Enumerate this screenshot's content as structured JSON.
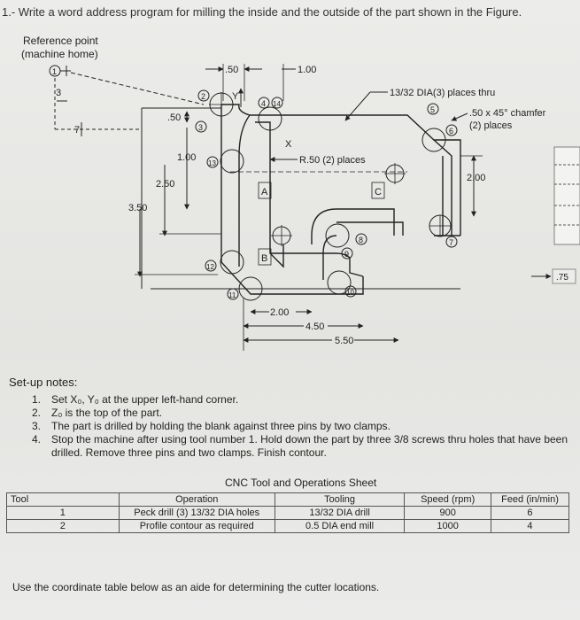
{
  "question": "1.- Write a word address program for milling the inside and the outside of the part shown in the Figure.",
  "diagram": {
    "reference_point": [
      "Reference point",
      "(machine home)"
    ],
    "point_labels": [
      "1",
      "2",
      "3",
      "4",
      "14",
      "5",
      "6",
      "7",
      "8",
      "9",
      "10",
      "11",
      "12",
      "13"
    ],
    "region_labels": [
      "A",
      "B",
      "C"
    ],
    "axis_y": "Y",
    "axis_x": "X",
    "dims": {
      "d050_top": ".50",
      "d100_top": "1.00",
      "d050_left": ".50",
      "d100_left": "1.00",
      "d250": "2.50",
      "d350": "3.50",
      "d3": "3",
      "d7": "7",
      "d200_bottom": "2.00",
      "d450": "4.50",
      "d550": "5.50",
      "d200_right": "2.00",
      "d075": ".75"
    },
    "radius_note": "R.50 (2) places",
    "hole_note": "13/32 DIA(3) places thru",
    "chamfer_note": [
      ".50 x 45° chamfer",
      "(2) places"
    ]
  },
  "setup": {
    "heading": "Set-up notes:",
    "notes": [
      {
        "num": "1.",
        "text": "Set X₀, Y₀ at the upper left-hand corner."
      },
      {
        "num": "2.",
        "text": "Z₀ is the top of the part."
      },
      {
        "num": "3.",
        "text": "The part is drilled by holding the blank against three pins by two clamps."
      },
      {
        "num": "4.",
        "text": "Stop the machine after using tool number 1. Hold down the part by three 3/8 screws thru holes that have been drilled. Remove three pins and two clamps. Finish contour."
      }
    ]
  },
  "table": {
    "title": "CNC Tool and Operations Sheet",
    "headers": [
      "Tool",
      "Operation",
      "Tooling",
      "Speed (rpm)",
      "Feed (in/min)"
    ],
    "rows": [
      [
        "1",
        "Peck drill (3) 13/32 DIA holes",
        "13/32 DIA drill",
        "900",
        "6"
      ],
      [
        "2",
        "Profile contour as required",
        "0.5 DIA end mill",
        "1000",
        "4"
      ]
    ]
  },
  "footer": "Use the coordinate table below as an aide for determining the cutter locations."
}
